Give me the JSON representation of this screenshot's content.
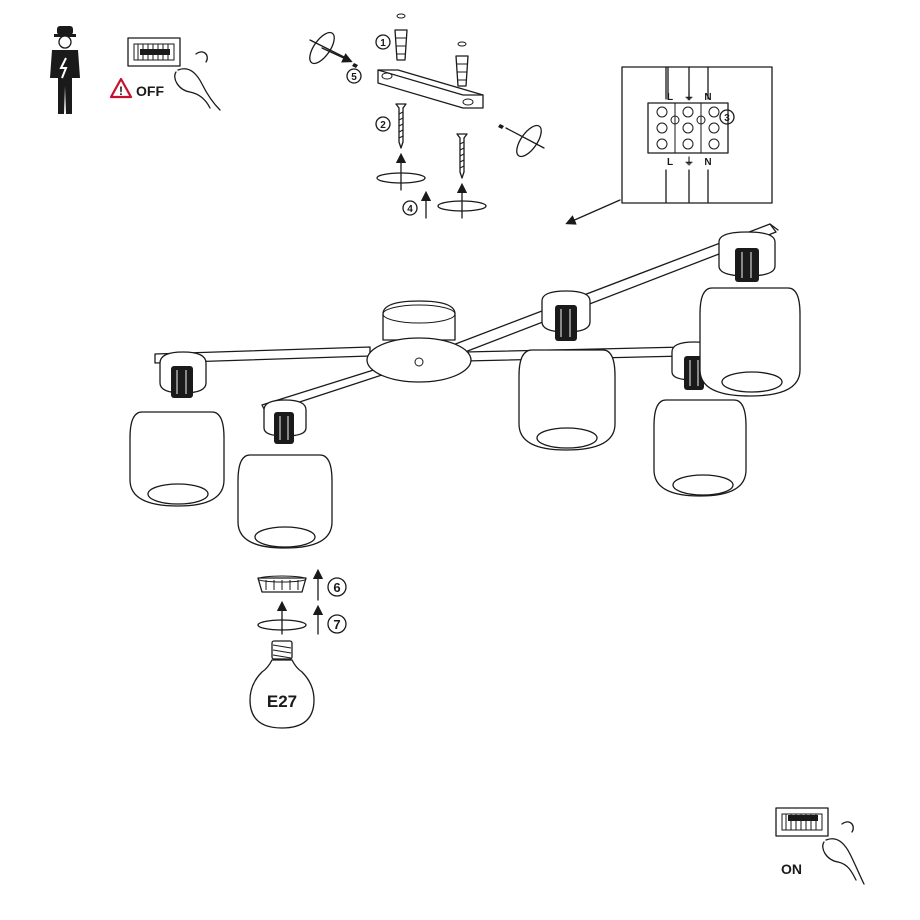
{
  "power_off": {
    "label": "OFF",
    "warning_icon": "warning-triangle-icon",
    "worker_icon": "electrician-icon"
  },
  "power_on": {
    "label": "ON"
  },
  "steps": [
    "1",
    "2",
    "3",
    "4",
    "5",
    "6",
    "7"
  ],
  "terminal": {
    "top_labels": [
      "L",
      "⏚",
      "N"
    ],
    "bottom_labels": [
      "L",
      "⏚",
      "N"
    ]
  },
  "bulb": {
    "label": "E27"
  }
}
